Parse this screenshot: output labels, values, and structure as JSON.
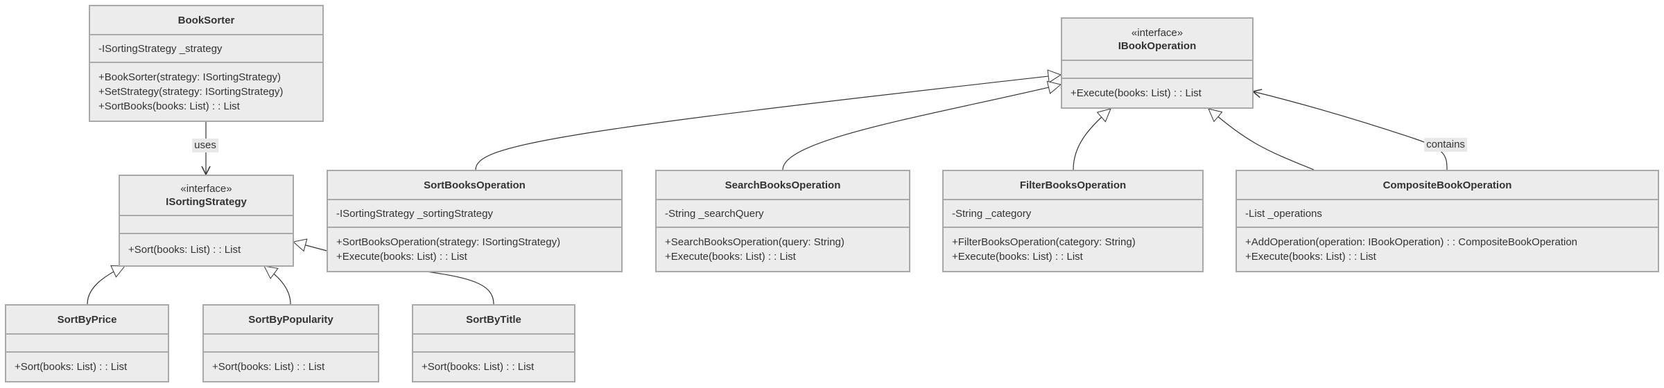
{
  "classes": {
    "book_sorter": {
      "name": "BookSorter",
      "attributes": [
        "-ISortingStrategy _strategy"
      ],
      "methods": [
        "+BookSorter(strategy: ISortingStrategy)",
        "+SetStrategy(strategy: ISortingStrategy)",
        "+SortBooks(books: List) : : List"
      ]
    },
    "isorting_strategy": {
      "stereotype": "«interface»",
      "name": "ISortingStrategy",
      "attributes": [],
      "methods": [
        "+Sort(books: List) : : List"
      ]
    },
    "ibook_operation": {
      "stereotype": "«interface»",
      "name": "IBookOperation",
      "attributes": [],
      "methods": [
        "+Execute(books: List) : : List"
      ]
    },
    "sort_books_operation": {
      "name": "SortBooksOperation",
      "attributes": [
        "-ISortingStrategy _sortingStrategy"
      ],
      "methods": [
        "+SortBooksOperation(strategy: ISortingStrategy)",
        "+Execute(books: List) : : List"
      ]
    },
    "search_books_operation": {
      "name": "SearchBooksOperation",
      "attributes": [
        "-String _searchQuery"
      ],
      "methods": [
        "+SearchBooksOperation(query: String)",
        "+Execute(books: List) : : List"
      ]
    },
    "filter_books_operation": {
      "name": "FilterBooksOperation",
      "attributes": [
        "-String _category"
      ],
      "methods": [
        "+FilterBooksOperation(category: String)",
        "+Execute(books: List) : : List"
      ]
    },
    "composite_book_operation": {
      "name": "CompositeBookOperation",
      "attributes": [
        "-List _operations"
      ],
      "methods": [
        "+AddOperation(operation: IBookOperation) : : CompositeBookOperation",
        "+Execute(books: List) : : List"
      ]
    },
    "sort_by_price": {
      "name": "SortByPrice",
      "attributes": [],
      "methods": [
        "+Sort(books: List) : : List"
      ]
    },
    "sort_by_popularity": {
      "name": "SortByPopularity",
      "attributes": [],
      "methods": [
        "+Sort(books: List) : : List"
      ]
    },
    "sort_by_title": {
      "name": "SortByTitle",
      "attributes": [],
      "methods": [
        "+Sort(books: List) : : List"
      ]
    }
  },
  "relations": {
    "uses_label": "uses",
    "contains_label": "contains"
  },
  "colors": {
    "box_fill": "#ececec",
    "box_border": "#a9a9a9",
    "edge": "#333333"
  }
}
